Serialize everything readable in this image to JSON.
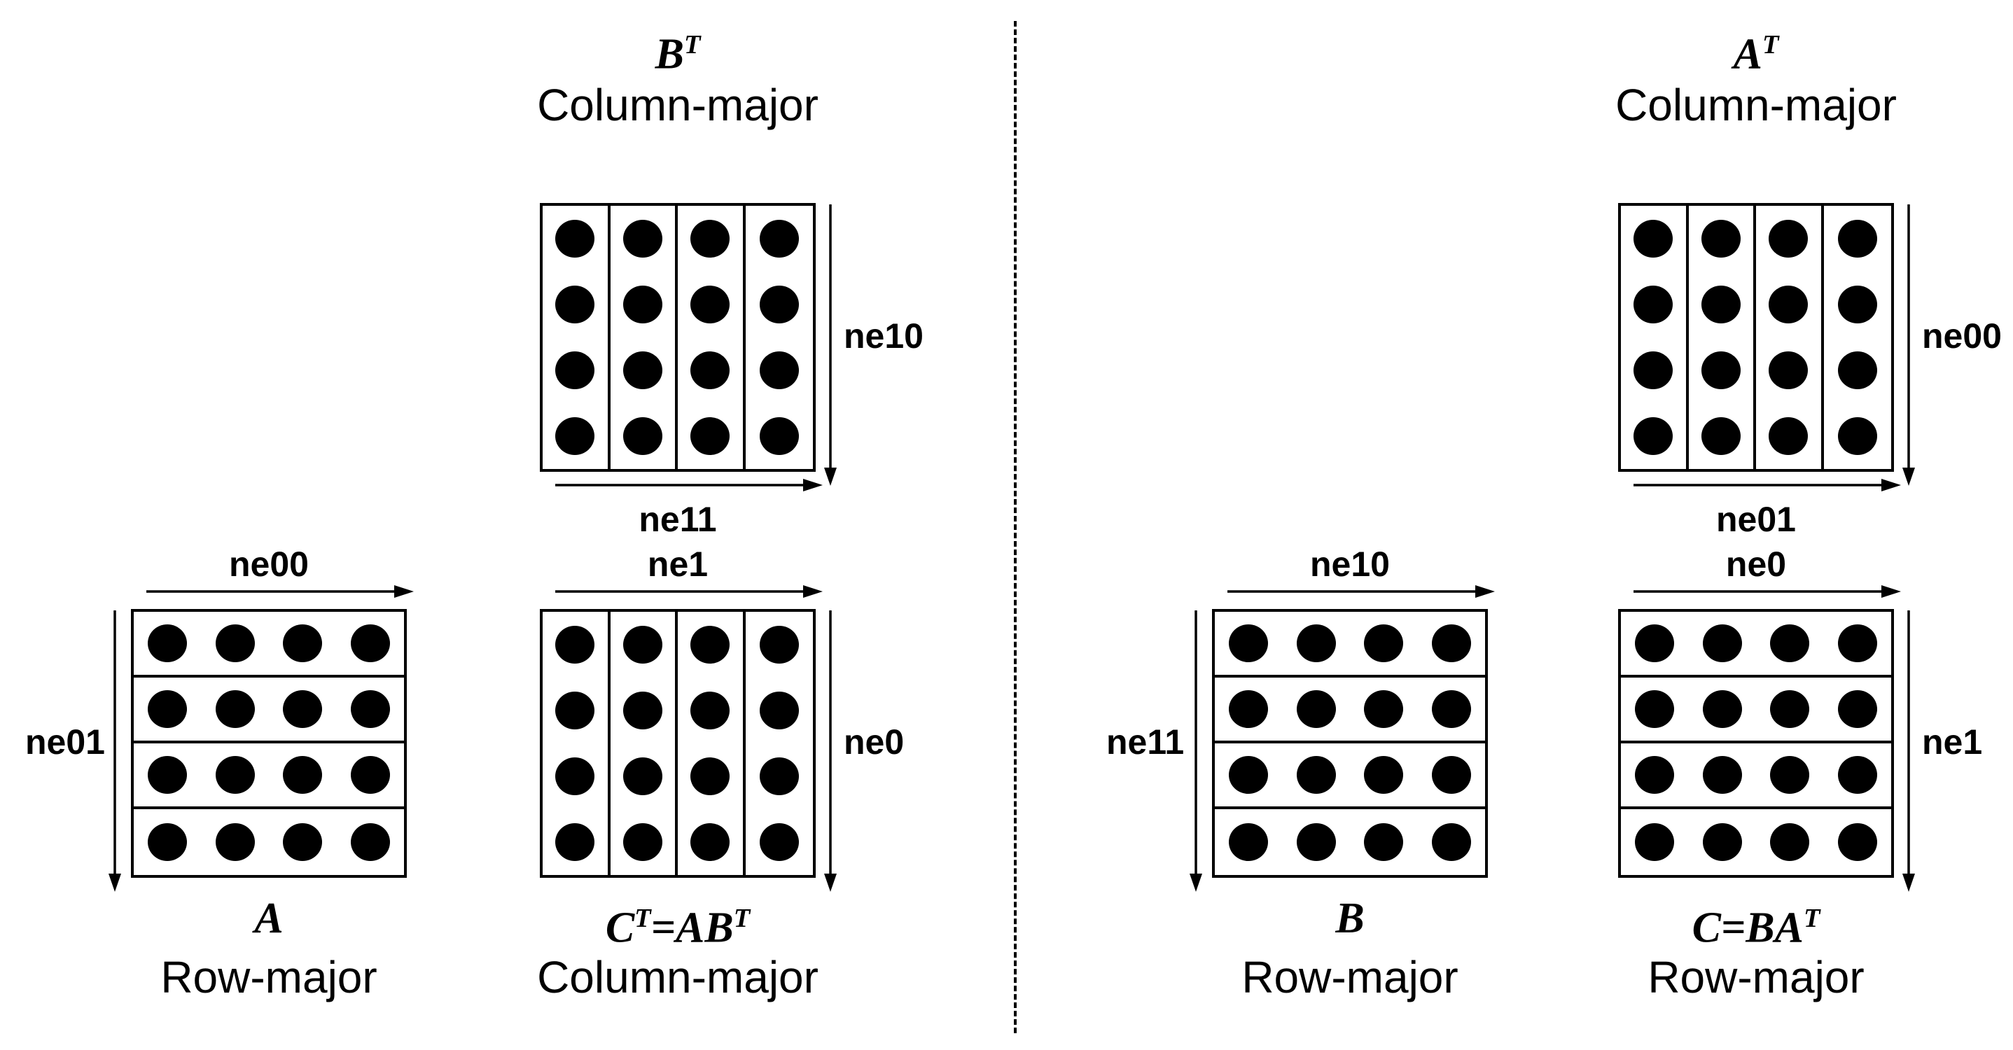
{
  "figures": {
    "bt": {
      "p1": "B",
      "s1": "T",
      "layout": "Column-major",
      "side": "ne10",
      "bottom": "ne11"
    },
    "at": {
      "p1": "A",
      "s1": "T",
      "layout": "Column-major",
      "side": "ne00",
      "bottom": "ne01"
    },
    "a": {
      "p1": "A",
      "layout": "Row-major",
      "top": "ne00",
      "side": "ne01"
    },
    "ct": {
      "p1": "C",
      "s1": "T",
      "p2": "=AB",
      "s2": "T",
      "layout": "Column-major",
      "top": "ne1",
      "side": "ne0"
    },
    "b": {
      "p1": "B",
      "layout": "Row-major",
      "top": "ne10",
      "side": "ne11"
    },
    "c": {
      "p1": "C=BA",
      "s1": "T",
      "layout": "Row-major",
      "top": "ne0",
      "side": "ne1"
    }
  },
  "colors": {
    "ink": "#000000",
    "background": "#ffffff"
  }
}
